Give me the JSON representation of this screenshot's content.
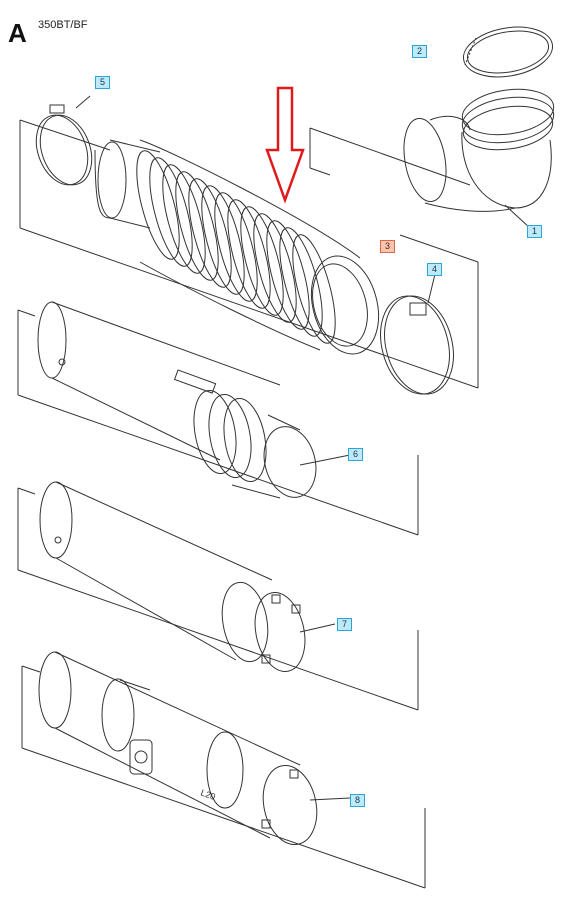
{
  "header": {
    "section_letter": "A",
    "model": "350BT/BF"
  },
  "callouts": [
    {
      "id": "part-1",
      "label": "1",
      "highlighted": false
    },
    {
      "id": "part-2",
      "label": "2",
      "highlighted": false
    },
    {
      "id": "part-3",
      "label": "3",
      "highlighted": true
    },
    {
      "id": "part-4",
      "label": "4",
      "highlighted": false
    },
    {
      "id": "part-5",
      "label": "5",
      "highlighted": false
    },
    {
      "id": "part-6",
      "label": "6",
      "highlighted": false
    },
    {
      "id": "part-7",
      "label": "7",
      "highlighted": false
    },
    {
      "id": "part-8",
      "label": "8",
      "highlighted": false
    }
  ],
  "tube_marking": "L20",
  "colors": {
    "line": "#333333",
    "tag_border": "#2aa7d8",
    "tag_fill": "#bfe9f7",
    "tag_highlight_border": "#d9694a",
    "tag_highlight_fill": "#f7c4b0",
    "arrow": "#e01a1a"
  }
}
